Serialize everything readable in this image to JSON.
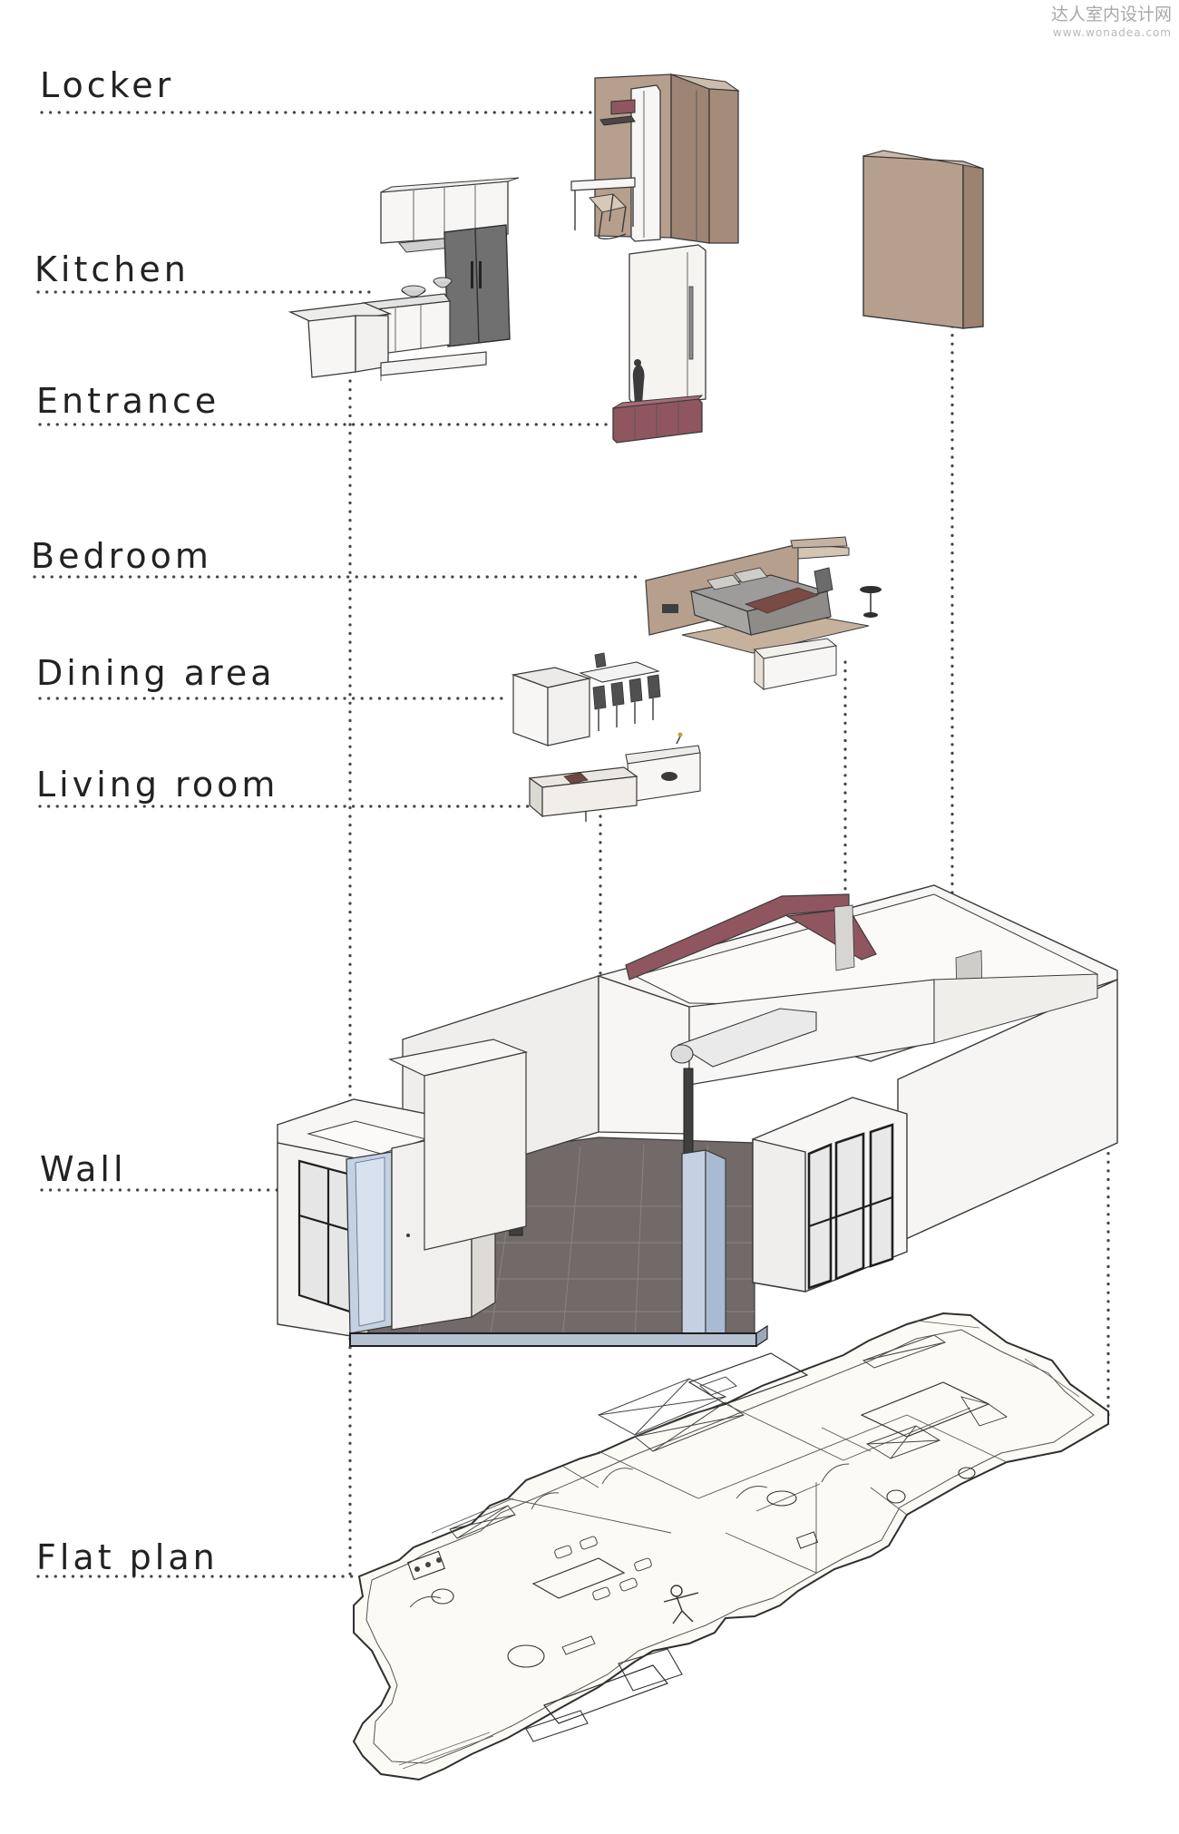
{
  "watermark": {
    "primary": "达人室内设计网",
    "secondary": "www.wonadea.com"
  },
  "labels": {
    "locker": "Locker",
    "kitchen": "Kitchen",
    "entrance": "Entrance",
    "bedroom": "Bedroom",
    "dining_area": "Dining area",
    "living_room": "Living room",
    "wall": "Wall",
    "flat_plan": "Flat plan"
  },
  "palette": {
    "wood_brown": "#b79f8d",
    "wood_brown_dark": "#a08674",
    "maroon": "#8f5660",
    "maroon_dark": "#744550",
    "floor_tile": "#716a68",
    "glass_blue": "#c3d1e3",
    "steel_grey": "#6e6e6e",
    "dark_grey": "#3f3f3f",
    "white": "#f7f6f4",
    "paper": "#fbfaf5"
  }
}
